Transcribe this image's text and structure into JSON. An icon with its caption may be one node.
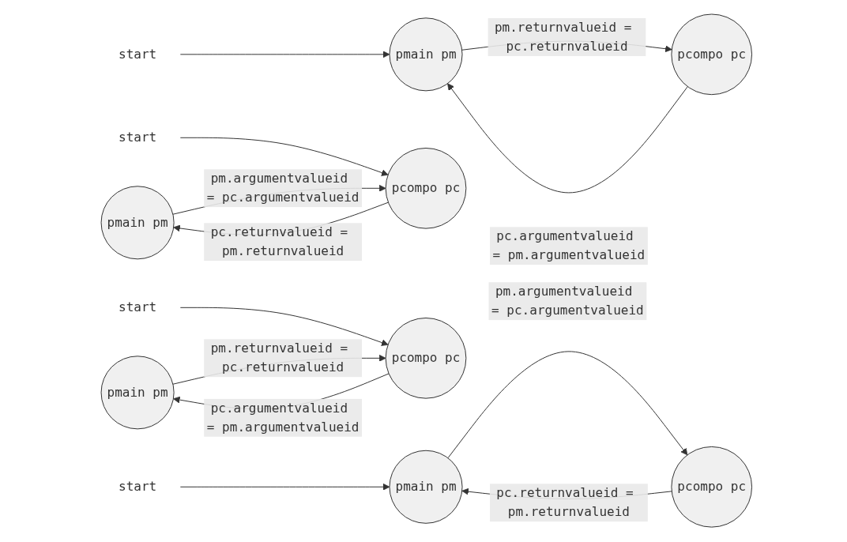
{
  "diagram": {
    "nodes": [
      {
        "text": [
          "start"
        ]
      },
      {
        "text": [
          "pmain pm"
        ]
      },
      {
        "text": [
          "pcompo pc"
        ]
      },
      {
        "text": [
          "pmain pm"
        ]
      },
      {
        "text": [
          "pcompo pc"
        ]
      },
      {
        "text": [
          "start"
        ]
      },
      {
        "text": [
          "pmain pm"
        ]
      },
      {
        "text": [
          "pcompo pc"
        ]
      },
      {
        "text": [
          "start"
        ]
      },
      {
        "text": [
          "start"
        ]
      },
      {
        "text": [
          "pmain pm"
        ]
      },
      {
        "text": [
          "pcompo pc"
        ]
      }
    ],
    "edges": [
      {
        "from": 0,
        "to": 1,
        "arrow": "to"
      },
      {
        "from": 1,
        "to": 2,
        "arrow": "to",
        "label": "pm.returnvalueid = pc.returnvalueid"
      },
      {
        "from": 2,
        "to": 1,
        "arrow": "to",
        "label": "pc.argumentvalueid = pm.argumentvalueid"
      },
      {
        "from": 5,
        "to": 4,
        "arrow": "to"
      },
      {
        "from": 4,
        "to": 3,
        "arrow": "to",
        "label": "pc.returnvalueid = pm.returnvalueid"
      },
      {
        "from": 3,
        "to": 4,
        "arrow": "to",
        "label": "pm.argumentvalueid = pc.argumentvalueid"
      },
      {
        "from": 8,
        "to": 7,
        "arrow": "to"
      },
      {
        "from": 6,
        "to": 7,
        "arrow": "to",
        "label": "pm.returnvalueid = pc.returnvalueid"
      },
      {
        "from": 7,
        "to": 6,
        "arrow": "to",
        "label": "pc.argumentvalueid = pm.argumentvalueid"
      },
      {
        "from": 9,
        "to": 10,
        "arrow": "to"
      },
      {
        "from": 11,
        "to": 10,
        "arrow": "to",
        "label": "pc.returnvalueid = pm.returnvalueid"
      },
      {
        "from": 10,
        "to": 11,
        "arrow": "to",
        "label": "pm.argumentvalueid = pc.argumentvalueid"
      }
    ]
  }
}
